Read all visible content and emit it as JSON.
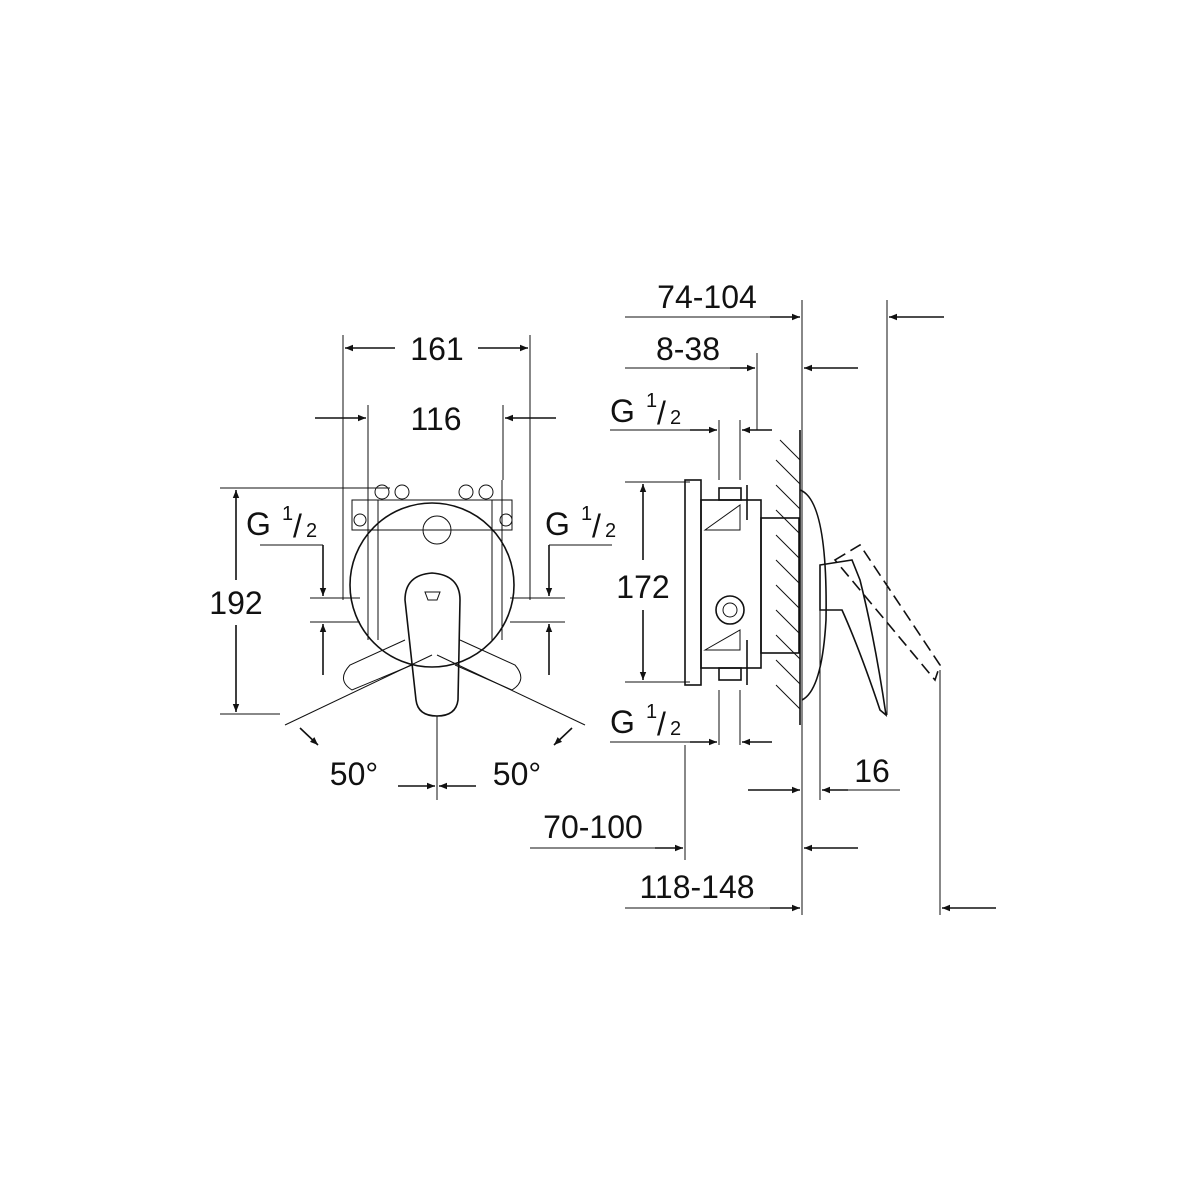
{
  "front_view": {
    "width_outer": "161",
    "width_inner": "116",
    "height": "192",
    "thread_left": {
      "main": "G",
      "num": "1",
      "den": "2"
    },
    "thread_right": {
      "main": "G",
      "num": "1",
      "den": "2"
    },
    "angle_left": "50°",
    "angle_right": "50°"
  },
  "side_view": {
    "depth_total": "74-104",
    "depth_small": "8-38",
    "thread_top": {
      "main": "G",
      "num": "1",
      "den": "2"
    },
    "thread_bottom": {
      "main": "G",
      "num": "1",
      "den": "2"
    },
    "height": "172",
    "handle_offset": "16",
    "depth_body": "70-100",
    "depth_max": "118-148"
  }
}
